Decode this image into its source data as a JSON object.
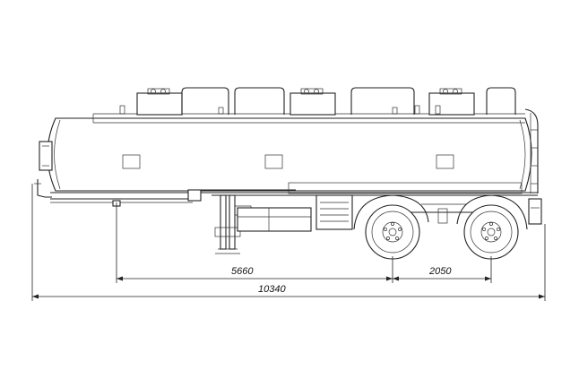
{
  "dimensions": {
    "front_to_axle": "5660",
    "axle_spacing": "2050",
    "overall_length": "10340"
  },
  "colors": {
    "background": "#ffffff",
    "line": "#222222"
  }
}
